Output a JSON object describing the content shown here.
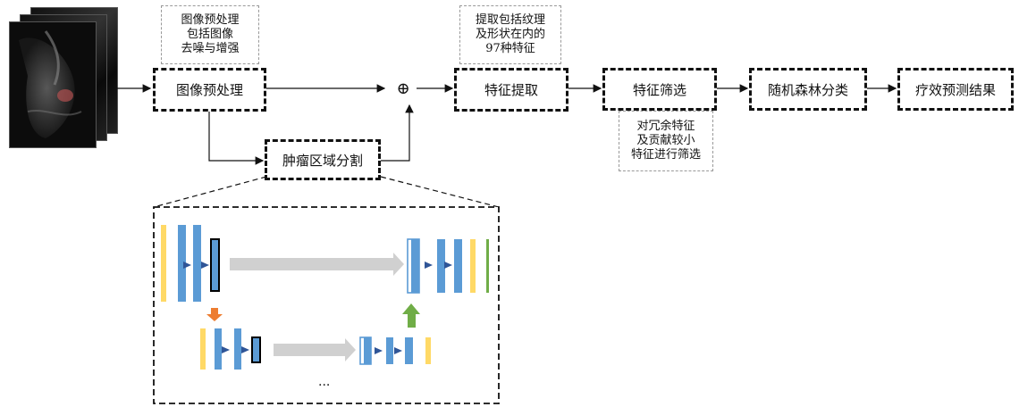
{
  "pipeline": {
    "preprocess_label": "图像预处理",
    "preprocess_note": "图像预处理\n包括图像\n去噪与增强",
    "plus_symbol": "⊕",
    "extract_label": "特征提取",
    "extract_note": "提取包括纹理\n及形状在内的\n97种特征",
    "select_label": "特征筛选",
    "select_note": "对冗余特征\n及贡献较小\n特征进行筛选",
    "rf_label": "随机森林分类",
    "result_label": "疗效预测结果",
    "segment_label": "肿瘤区域分割"
  },
  "unet": {
    "ellipsis": "..."
  },
  "colors": {
    "blue": "#5b9bd5",
    "yellow": "#ffd966",
    "green": "#70ad47",
    "orange": "#ed7d31",
    "gray_arrow": "#d0d0d0",
    "navy": "#2f5597"
  }
}
